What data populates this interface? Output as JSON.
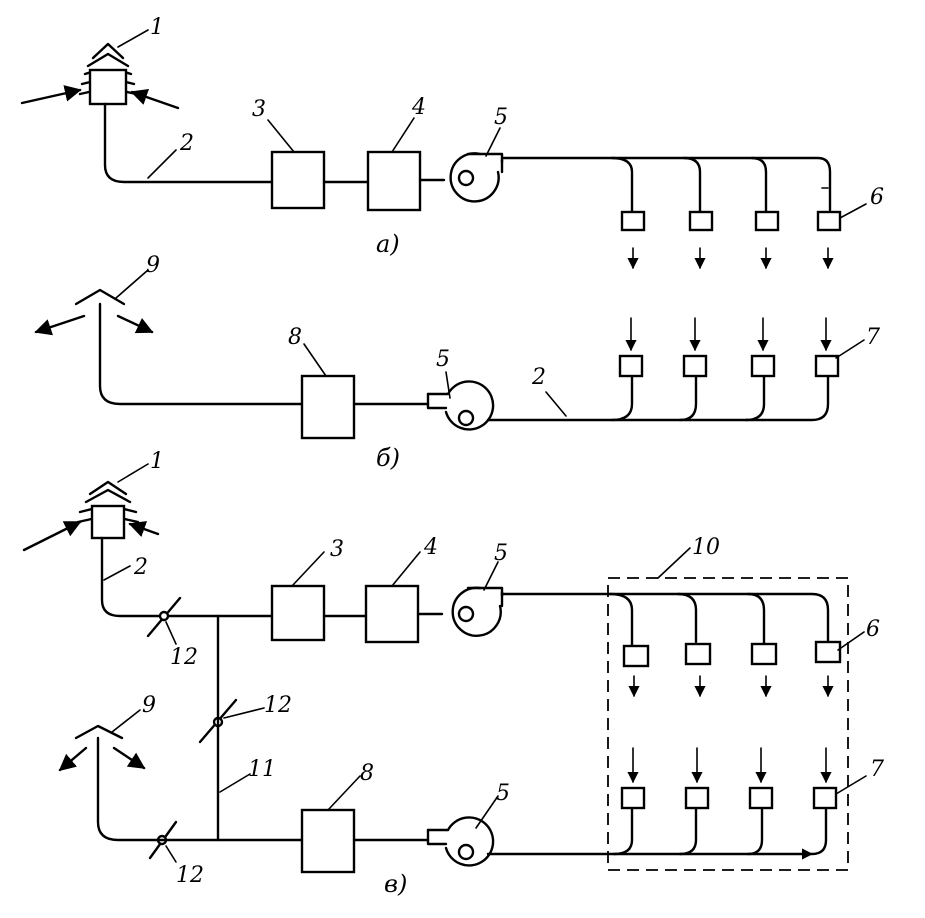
{
  "captions": {
    "a": "а)",
    "b": "б)",
    "c": "в)"
  },
  "labels": {
    "a_intake": "1",
    "a_duct": "2",
    "a_unit3": "3",
    "a_unit4": "4",
    "a_fan": "5",
    "a_outlet": "6",
    "b_exhaust": "9",
    "b_unit8": "8",
    "b_fan": "5",
    "b_duct": "2",
    "b_inlet": "7",
    "c_intake": "1",
    "c_duct": "2",
    "c_unit3": "3",
    "c_unit4": "4",
    "c_fan_top": "5",
    "c_room": "10",
    "c_outlet": "6",
    "c_damper_a": "12",
    "c_damper_b": "12",
    "c_damper_c": "12",
    "c_exhaust": "9",
    "c_bypass": "11",
    "c_unit8": "8",
    "c_fan_bottom": "5",
    "c_inlet": "7"
  }
}
